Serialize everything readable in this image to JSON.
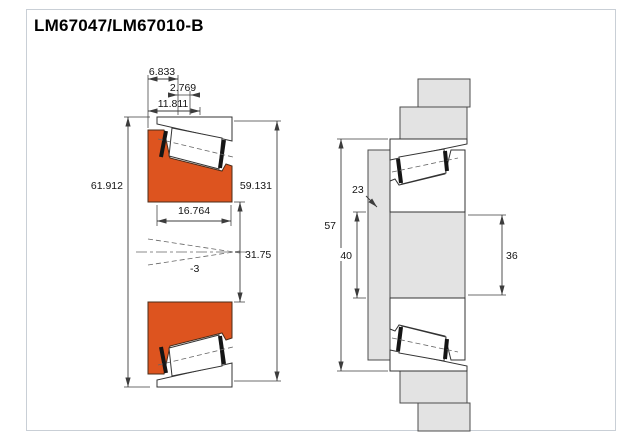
{
  "title": "LM67047/LM67010-B",
  "colors": {
    "orange": "#dd541f",
    "gray_fill": "#e3e3e3",
    "outline": "#333333",
    "dim": "#3c3c3c",
    "border": "#c9cfd6"
  },
  "left_view": {
    "width_a": "6.833",
    "width_b": "2.769",
    "width_c": "11.811",
    "outer_diameter": "61.912",
    "cup_diameter": "59.131",
    "cone_width": "16.764",
    "bore_diameter": "31.75",
    "taper_angle": "-3"
  },
  "right_view": {
    "shoulder": "23",
    "housing_diameter": "57",
    "shaft_diameter": "40",
    "housing_bore": "36"
  }
}
